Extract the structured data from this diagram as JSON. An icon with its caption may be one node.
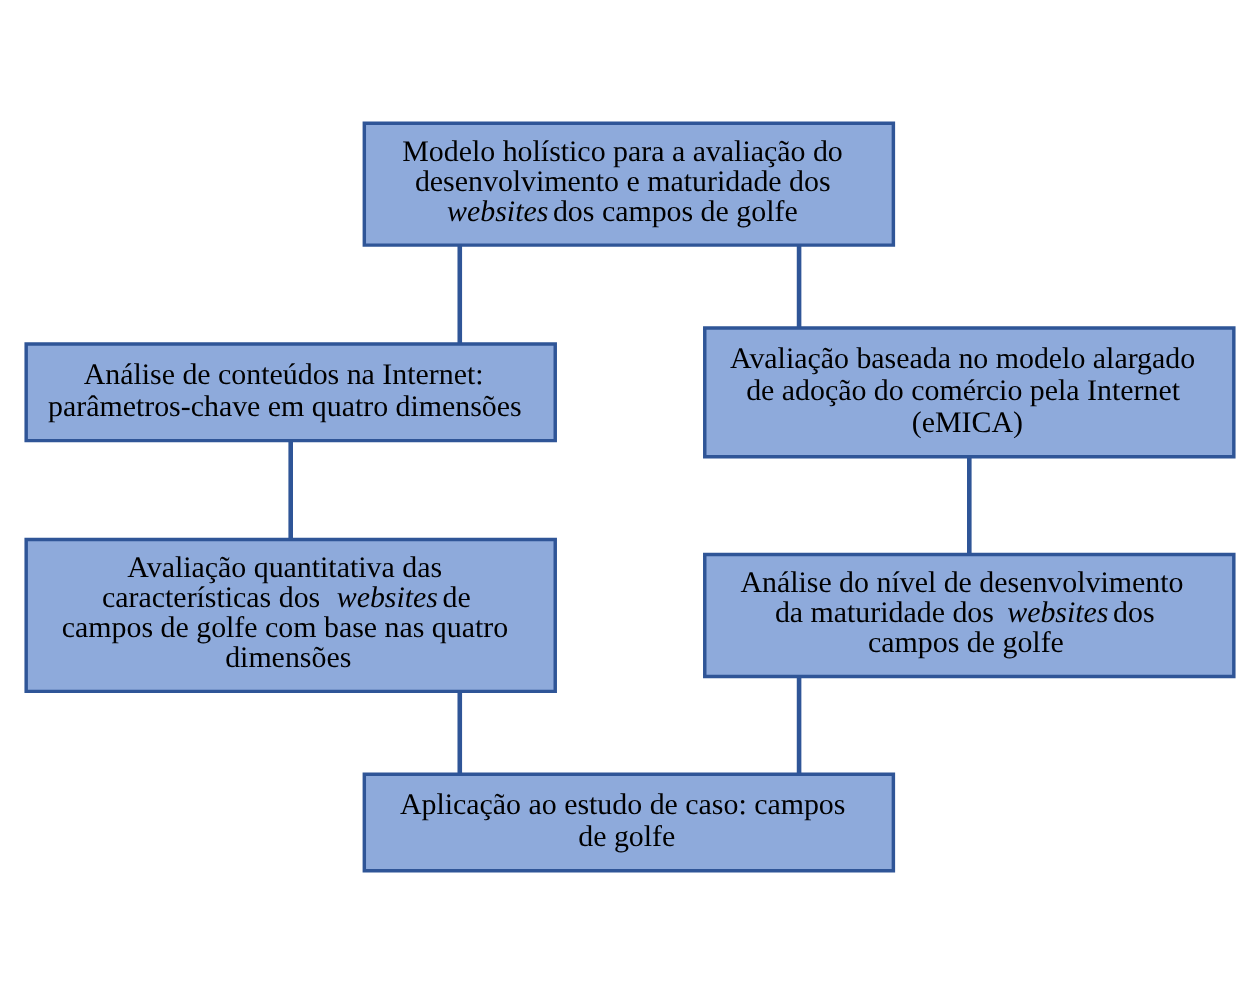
{
  "diagram": {
    "nodes": [
      {
        "text": [
          "Modelo holístico para a avaliação do desenvolvimento e maturidade dos *websites* dos campos de golfe"
        ]
      },
      {
        "text": [
          "Análise de conteúdos na Internet: parâmetros-chave em quatro dimensões"
        ]
      },
      {
        "text": [
          "Avaliação baseada no modelo alargado de adoção do comércio pela Internet (eMICA)"
        ]
      },
      {
        "text": [
          "Avaliação quantitativa das características dos *websites* de campos de golfe com base nas quatro dimensões"
        ]
      },
      {
        "text": [
          "Análise do nível de desenvolvimento da maturidade dos *websites* dos campos de golfe"
        ]
      },
      {
        "text": [
          "Aplicação ao estudo de caso: campos de golfe"
        ]
      }
    ],
    "edges": [
      {
        "from": 0,
        "to": 1,
        "arrow": "none"
      },
      {
        "from": 0,
        "to": 2,
        "arrow": "none"
      },
      {
        "from": 1,
        "to": 3,
        "arrow": "none"
      },
      {
        "from": 2,
        "to": 4,
        "arrow": "none"
      },
      {
        "from": 3,
        "to": 5,
        "arrow": "none"
      },
      {
        "from": 4,
        "to": 5,
        "arrow": "none"
      }
    ]
  }
}
